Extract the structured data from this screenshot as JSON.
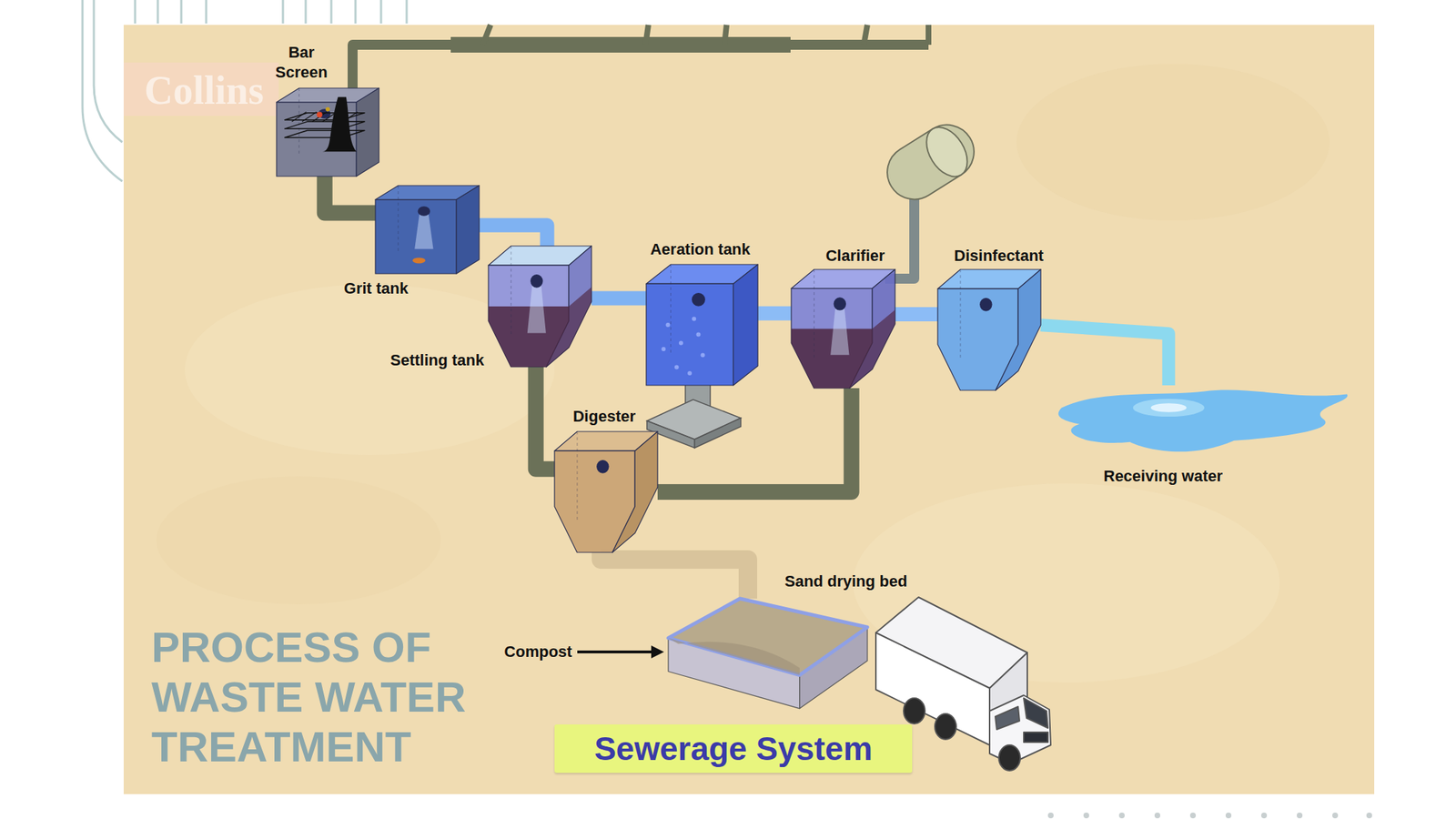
{
  "diagram": {
    "title": "PROCESS OF WASTE WATER TREATMENT",
    "nodes": [
      {
        "text": [
          "Bar Screen"
        ]
      },
      {
        "text": [
          "Grit tank"
        ]
      },
      {
        "text": [
          "Settling tank"
        ]
      },
      {
        "text": [
          "Aeration tank"
        ]
      },
      {
        "text": [
          "Clarifier"
        ]
      },
      {
        "text": [
          "Disinfectant"
        ]
      },
      {
        "text": [
          "Receiving water"
        ]
      },
      {
        "text": [
          "Digester"
        ]
      },
      {
        "text": [
          "Sand drying bed"
        ]
      },
      {
        "text": [
          "Sewerage System"
        ]
      }
    ],
    "edges": [
      {
        "from": 0,
        "to": 1,
        "arrow": "none"
      },
      {
        "from": 1,
        "to": 2,
        "arrow": "none"
      },
      {
        "from": 2,
        "to": 3,
        "arrow": "none"
      },
      {
        "from": 3,
        "to": 4,
        "arrow": "none"
      },
      {
        "from": 4,
        "to": 5,
        "arrow": "none"
      },
      {
        "from": 5,
        "to": 6,
        "arrow": "none"
      },
      {
        "from": 2,
        "to": 7,
        "arrow": "none"
      },
      {
        "from": 4,
        "to": 7,
        "arrow": "none"
      },
      {
        "from": 7,
        "to": 8,
        "arrow": "none"
      }
    ],
    "labels": [
      "Collins",
      "Compost"
    ]
  }
}
